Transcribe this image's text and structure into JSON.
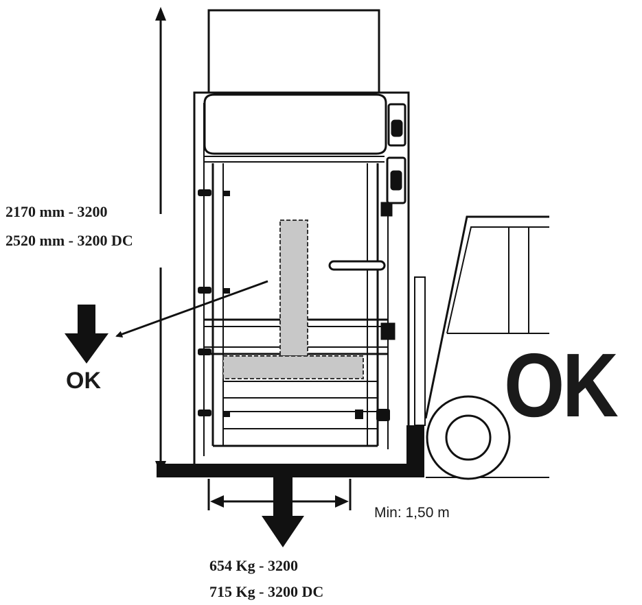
{
  "diagram": {
    "height_labels": [
      "2170 mm - 3200",
      "2520 mm - 3200 DC"
    ],
    "ok_small": "OK",
    "ok_large": "OK",
    "min_clearance": "Min: 1,50 m",
    "weight_labels": [
      "654 Kg - 3200",
      "715 Kg - 3200 DC"
    ]
  },
  "colors": {
    "line": "#111111",
    "fill_gray": "#c8c8c8",
    "background": "#ffffff"
  }
}
